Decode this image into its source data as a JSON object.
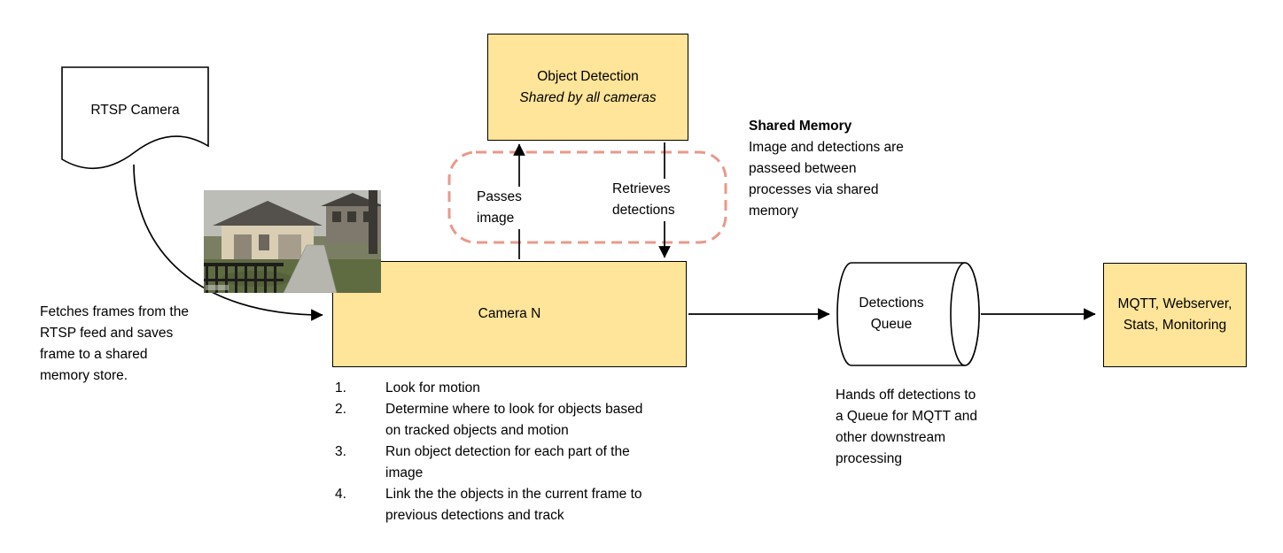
{
  "diagram": {
    "nodes": {
      "rtsp_camera": {
        "label": "RTSP Camera"
      },
      "object_detection": {
        "title": "Object Detection",
        "subtitle": "Shared by all cameras"
      },
      "camera_n": {
        "label": "Camera N"
      },
      "detections_queue": {
        "label": "Detections Queue"
      },
      "outputs": {
        "label": "MQTT, Webserver, Stats, Monitoring"
      }
    },
    "edge_labels": {
      "passes_image": "Passes image",
      "retrieves_detections": "Retrieves detections"
    },
    "annotations": {
      "fetch_note": "Fetches frames from the RTSP feed and saves frame to a shared memory store.",
      "shared_memory": {
        "title": "Shared Memory",
        "body": "Image and detections are passeed between processes via shared memory"
      },
      "camera_steps": [
        {
          "num": "1.",
          "text": "Look for motion"
        },
        {
          "num": "2.",
          "text": "Determine where to look for objects based on tracked objects and motion"
        },
        {
          "num": "3.",
          "text": "Run object detection for each part of the image"
        },
        {
          "num": "4.",
          "text": "Link the the objects in the current frame to previous detections and track"
        }
      ],
      "queue_note": "Hands off detections to a Queue for MQTT and other downstream processing"
    },
    "colors": {
      "node_fill": "#ffe599",
      "node_border": "#000000",
      "shared_memory_dash": "#e8998b",
      "arrow": "#000000"
    }
  }
}
